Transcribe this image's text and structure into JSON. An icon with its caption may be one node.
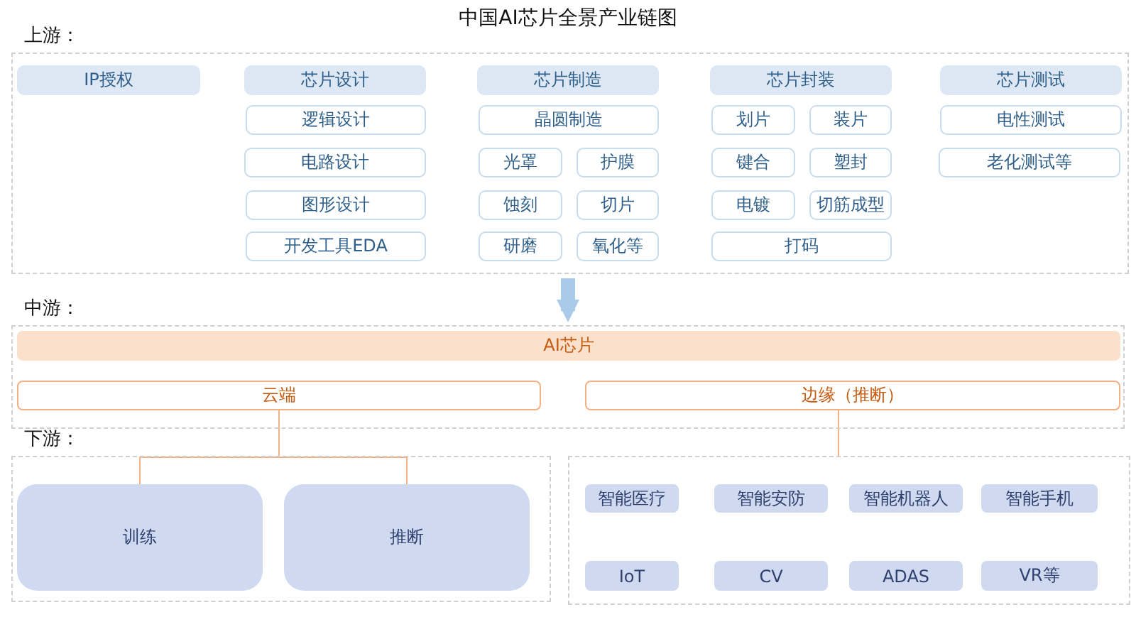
{
  "diagram": {
    "title": "中国AI芯片全景产业链图",
    "nodes": [
      {
        "text": [
          "上游："
        ]
      },
      {
        "text": [
          "IP授权"
        ],
        "in": 0
      },
      {
        "text": [
          "芯片设计"
        ],
        "in": 0
      },
      {
        "text": [
          "逻辑设计"
        ],
        "in": 0
      },
      {
        "text": [
          "电路设计"
        ],
        "in": 0
      },
      {
        "text": [
          "图形设计"
        ],
        "in": 0
      },
      {
        "text": [
          "开发工具EDA"
        ],
        "in": 0
      },
      {
        "text": [
          "芯片制造"
        ],
        "in": 0
      },
      {
        "text": [
          "晶圆制造"
        ],
        "in": 0
      },
      {
        "text": [
          "光罩"
        ],
        "in": 0
      },
      {
        "text": [
          "护膜"
        ],
        "in": 0
      },
      {
        "text": [
          "蚀刻"
        ],
        "in": 0
      },
      {
        "text": [
          "切片"
        ],
        "in": 0
      },
      {
        "text": [
          "研磨"
        ],
        "in": 0
      },
      {
        "text": [
          "氧化等"
        ],
        "in": 0
      },
      {
        "text": [
          "芯片封装"
        ],
        "in": 0
      },
      {
        "text": [
          "划片"
        ],
        "in": 0
      },
      {
        "text": [
          "装片"
        ],
        "in": 0
      },
      {
        "text": [
          "键合"
        ],
        "in": 0
      },
      {
        "text": [
          "塑封"
        ],
        "in": 0
      },
      {
        "text": [
          "电镀"
        ],
        "in": 0
      },
      {
        "text": [
          "切筋成型"
        ],
        "in": 0
      },
      {
        "text": [
          "打码"
        ],
        "in": 0
      },
      {
        "text": [
          "芯片测试"
        ],
        "in": 0
      },
      {
        "text": [
          "电性测试"
        ],
        "in": 0
      },
      {
        "text": [
          "老化测试等"
        ],
        "in": 0
      },
      {
        "text": [
          "中游："
        ]
      },
      {
        "text": [
          "AI芯片"
        ],
        "in": 26
      },
      {
        "text": [
          "云端"
        ],
        "in": 26
      },
      {
        "text": [
          "边缘（推断）"
        ],
        "in": 26
      },
      {
        "text": [
          "下游："
        ]
      },
      {
        "text": [
          "训练"
        ],
        "in": 30
      },
      {
        "text": [
          "推断"
        ],
        "in": 30
      },
      {
        "text": [],
        "shape": "box"
      },
      {
        "text": [
          "智能医疗"
        ],
        "in": 33
      },
      {
        "text": [
          "智能安防"
        ],
        "in": 33
      },
      {
        "text": [
          "智能机器人"
        ],
        "in": 33
      },
      {
        "text": [
          "智能手机"
        ],
        "in": 33
      },
      {
        "text": [
          "IoT"
        ],
        "in": 33
      },
      {
        "text": [
          "CV"
        ],
        "in": 33
      },
      {
        "text": [
          "ADAS"
        ],
        "in": 33
      },
      {
        "text": [
          "VR等"
        ],
        "in": 33
      }
    ],
    "edges": [
      {
        "from": 0,
        "to": 26,
        "arrow": "to",
        "style": "thick",
        "color": "#a9cbe9"
      },
      {
        "from": 28,
        "to": 31,
        "arrow": "none"
      },
      {
        "from": 28,
        "to": 32,
        "arrow": "none"
      },
      {
        "from": 29,
        "to": 33,
        "arrow": "none"
      }
    ]
  }
}
